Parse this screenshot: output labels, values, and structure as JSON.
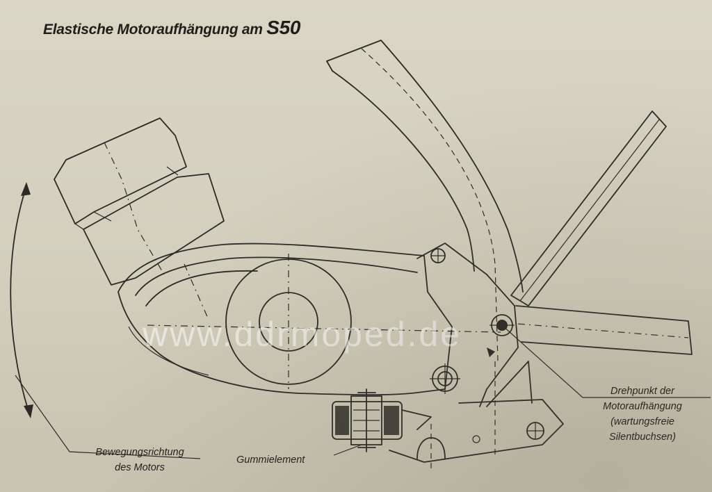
{
  "title": {
    "text": "Elastische Motoraufhängung am ",
    "model": "S50"
  },
  "labels": {
    "movement_line1": "Bewegungsrichtung",
    "movement_line2": "des Motors",
    "rubber_element": "Gummielement",
    "pivot_line1": "Drehpunkt der",
    "pivot_line2": "Motoraufhängung",
    "pivot_line3": "(wartungsfreie",
    "pivot_line4": "Silentbuchsen)"
  },
  "watermark": "www.ddrmoped.de",
  "colors": {
    "paper": "#d6d3c2",
    "ink": "#2b2a26",
    "watermark": "#ffffff"
  }
}
